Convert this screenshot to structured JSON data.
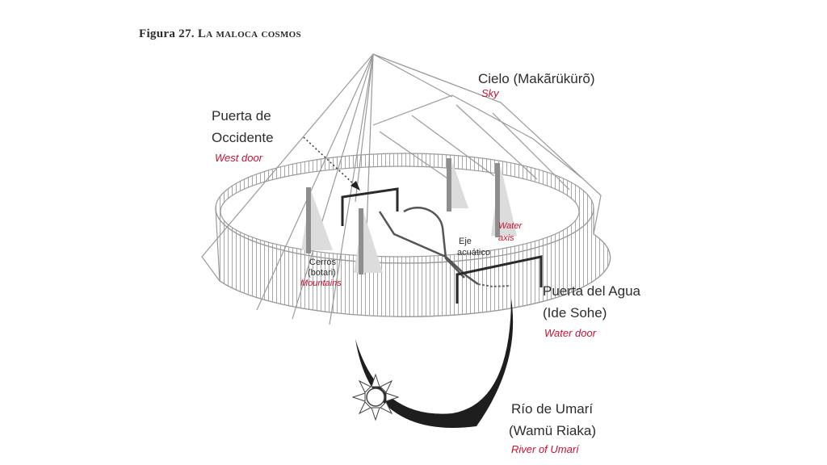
{
  "figure": {
    "title_prefix": "Figura 27.",
    "title_rest": "La maloca cosmos"
  },
  "labels": {
    "cielo": {
      "name": "Cielo (Makãrükürõ)",
      "translation": "Sky"
    },
    "puerta_occidente": {
      "line1": "Puerta de",
      "line2": "Occidente",
      "translation": "West door"
    },
    "water_axis": {
      "line1": "Water",
      "line2": "axis"
    },
    "eje": {
      "line1": "Eje",
      "line2": "acuático"
    },
    "cerros": {
      "line1": "Cerros",
      "line2": "(botari)",
      "translation": "Mountains"
    },
    "puerta_agua": {
      "line1": "Puerta del Agua",
      "line2": "(Ide Sohe)",
      "translation": "Water door"
    },
    "rio": {
      "line1": "Río de Umarí",
      "line2": "(Wamü Riaka)",
      "translation": "River of Umarí"
    }
  },
  "colors": {
    "text": "#2d2d2d",
    "translation": "#c8102e",
    "outline": "#9a9a9a",
    "posts": "#8e8e8e",
    "river": "#1e1e1e"
  },
  "icons": [
    "sun-icon"
  ]
}
